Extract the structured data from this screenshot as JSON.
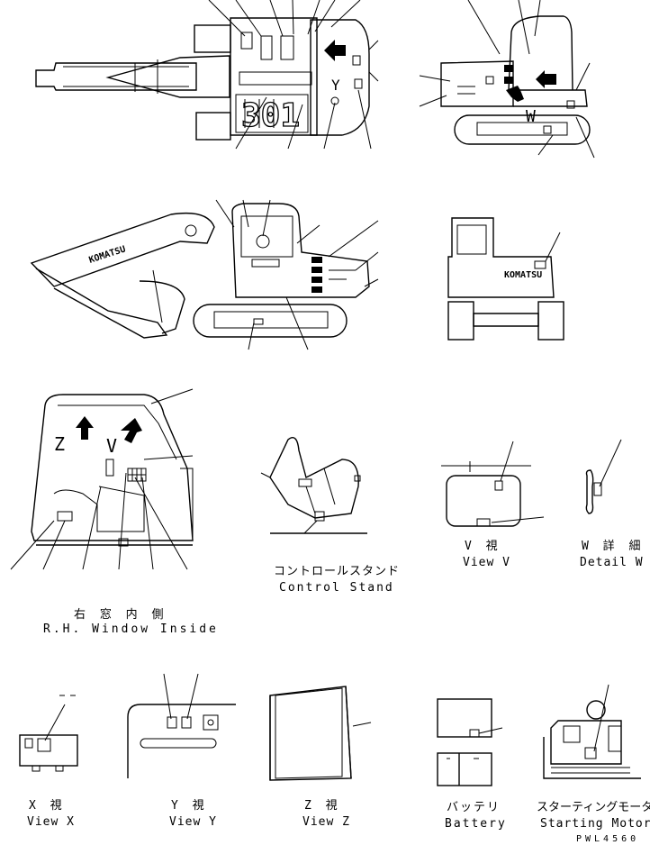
{
  "labels": {
    "rh_window_jp": "右 窓 内 側",
    "rh_window_en": "R.H. Window Inside",
    "control_stand_jp": "コントロールスタンド",
    "control_stand_en": "Control Stand",
    "view_v_jp": "V 視",
    "view_v_en": "View V",
    "detail_w_jp": "W 詳 細",
    "detail_w_en": "Detail W",
    "view_x_jp": "X 視",
    "view_x_en": "View X",
    "view_y_jp": "Y 視",
    "view_y_en": "View Y",
    "view_z_jp": "Z 視",
    "view_z_en": "View Z",
    "battery_jp": "バッテリ",
    "battery_en": "Battery",
    "starting_motor_jp": "スターティングモータ",
    "starting_motor_en": "Starting Motor"
  },
  "letters": {
    "y_top": "Y",
    "w_side": "W",
    "z_cab": "Z",
    "v_cab": "V"
  },
  "brand": "KOMATSU",
  "boom_number": "301",
  "drawing_code": "PWL4560"
}
